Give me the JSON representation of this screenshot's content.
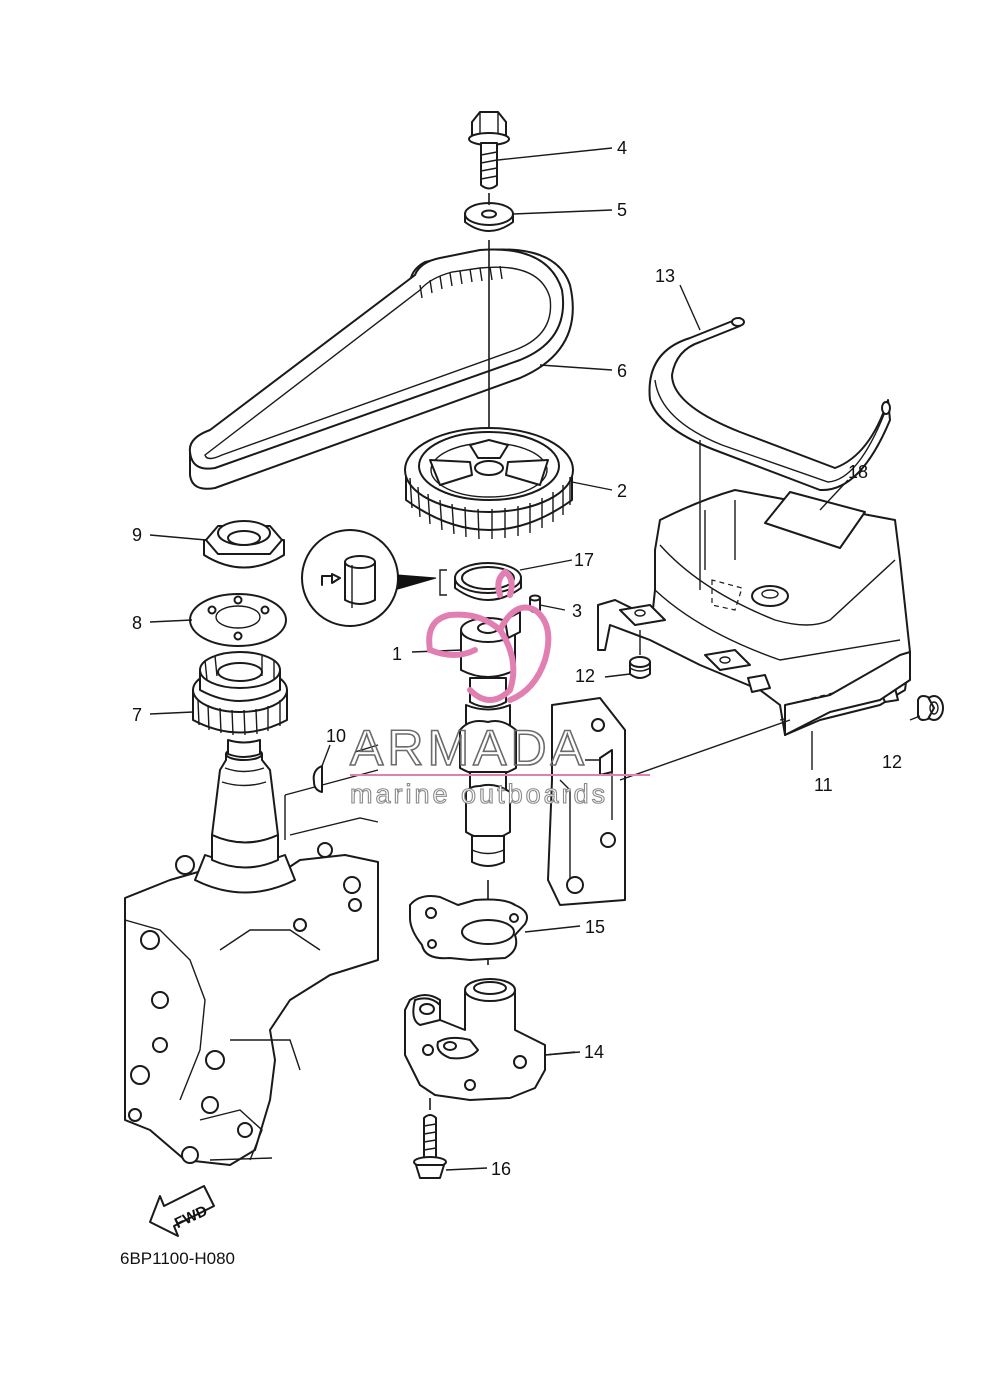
{
  "labels": {
    "p1": "1",
    "p2": "2",
    "p3": "3",
    "p4": "4",
    "p5": "5",
    "p6": "6",
    "p7": "7",
    "p8": "8",
    "p9": "9",
    "p10": "10",
    "p11": "11",
    "p12a": "12",
    "p12b": "12",
    "p13": "13",
    "p14": "14",
    "p15": "15",
    "p16": "16",
    "p17": "17",
    "p18": "18"
  },
  "diagram_code": "6BP1100-H080",
  "fwd_label": "FWD",
  "watermark": {
    "brand": "ARMADA",
    "tagline": "marine outboards",
    "accent_color": "#e27fb2"
  }
}
